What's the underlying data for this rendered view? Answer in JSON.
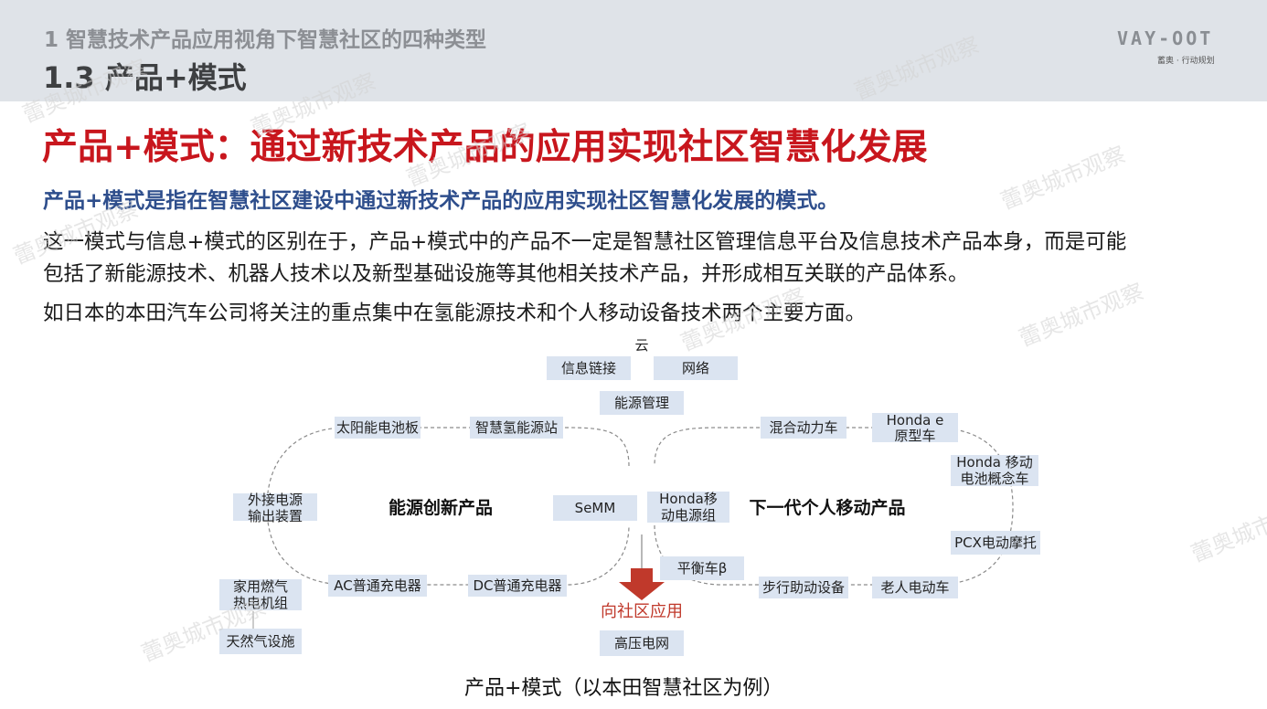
{
  "header": {
    "section_title": "1 智慧技术产品应用视角下智慧社区的四种类型",
    "sub_title": "1.3 产品+模式",
    "logo_mark": "VAY-OOT",
    "logo_tagline": "蓄奥 · 行动规划"
  },
  "content": {
    "main_title": "产品+模式：通过新技术产品的应用实现社区智慧化发展",
    "definition": "产品+模式是指在智慧社区建设中通过新技术产品的应用实现社区智慧化发展的模式。",
    "paragraph_line1": "这一模式与信息+模式的区别在于，产品+模式中的产品不一定是智慧社区管理信息平台及信息技术产品本身，而是可能",
    "paragraph_line2": "包括了新能源技术、机器人技术以及新型基础设施等其他相关技术产品，并形成相互关联的产品体系。",
    "example": "如日本的本田汽车公司将关注的重点集中在氢能源技术和个人移动设备技术两个主要方面。"
  },
  "diagram": {
    "cloud_label": "云",
    "top_boxes": [
      "信息链接",
      "网络",
      "能源管理"
    ],
    "left_hub": "能源创新产品",
    "right_hub": "下一代个人移动产品",
    "left_boxes": {
      "solar": "太阳能电池板",
      "smart_hydrogen": "智慧氢能源站",
      "external_power_l1": "外接电源",
      "external_power_l2": "输出装置",
      "ac_charger": "AC普通充电器",
      "dc_charger": "DC普通充电器",
      "gas_cogen_l1": "家用燃气",
      "gas_cogen_l2": "热电机组",
      "gas_facility": "天然气设施"
    },
    "center_boxes": {
      "semm": "SeMM",
      "honda_power_l1": "Honda移",
      "honda_power_l2": "动电源组",
      "balance_car": "平衡车β"
    },
    "right_boxes": {
      "hybrid": "混合动力车",
      "honda_e_l1": "Honda e",
      "honda_e_l2": "原型车",
      "honda_battery_l1": "Honda 移动",
      "honda_battery_l2": "电池概念车",
      "pcx": "PCX电动摩托",
      "walk_assist": "步行助动设备",
      "elderly_car": "老人电动车"
    },
    "community_label": "向社区应用",
    "grid_label": "高压电网"
  },
  "caption": "产品+模式（以本田智慧社区为例）",
  "colors": {
    "header_bg": "#dfe3e8",
    "title_red": "#c8161d",
    "definition_blue": "#2e4e8c",
    "box_fill": "#dbe4f1",
    "arrow_red": "#c0392b"
  }
}
